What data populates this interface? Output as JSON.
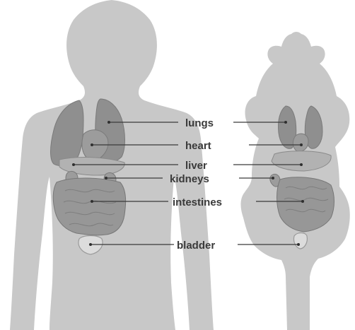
{
  "labels": {
    "lungs": "lungs",
    "heart": "heart",
    "liver": "liver",
    "kidneys": "kidneys",
    "intestines": "intestines",
    "bladder": "bladder"
  },
  "colors": {
    "silhouette": "#c8c8c8",
    "organ": "#8f8f8f",
    "text": "#3a3a3a"
  }
}
